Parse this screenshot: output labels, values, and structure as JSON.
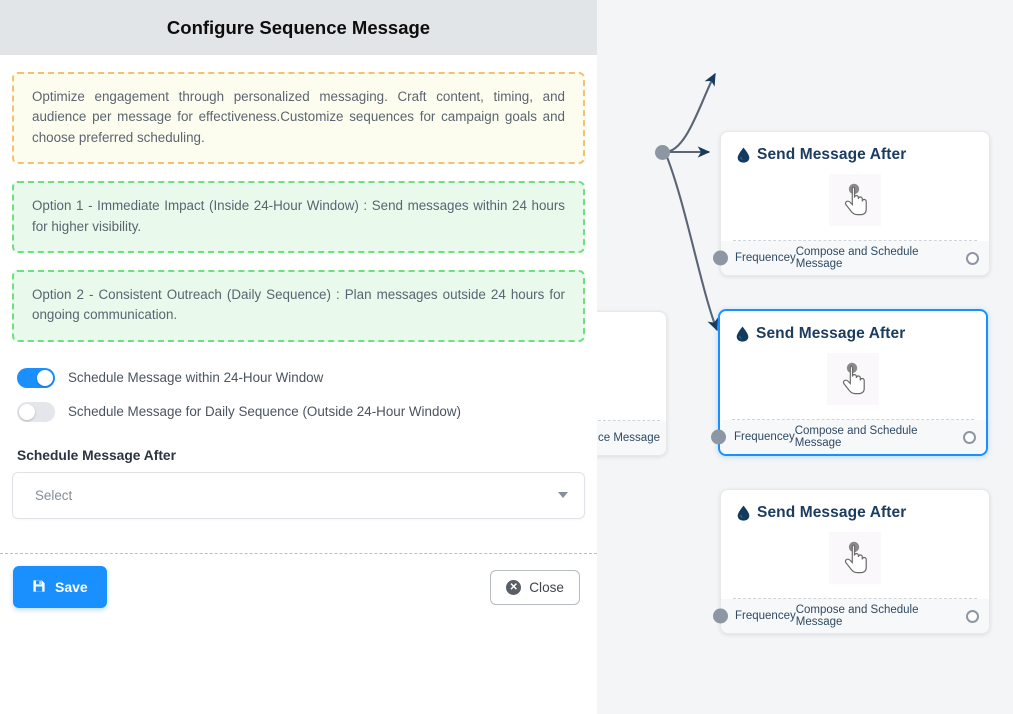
{
  "dialog": {
    "title": "Configure Sequence Message",
    "info_note": "Optimize engagement through personalized messaging. Craft content, timing, and audience per message for effectiveness.Customize sequences for campaign goals and choose preferred scheduling.",
    "option_one": "Option 1 - Immediate Impact (Inside 24-Hour Window) : Send messages within 24 hours for higher visibility.",
    "option_two": "Option 2 - Consistent Outreach (Daily Sequence) : Plan messages outside 24 hours for ongoing communication.",
    "toggles": [
      {
        "label": "Schedule Message within 24-Hour Window",
        "state": "on"
      },
      {
        "label": "Schedule Message for Daily Sequence (Outside 24-Hour Window)",
        "state": "off"
      }
    ],
    "schedule_field": {
      "label": "Schedule Message After",
      "value": "Select",
      "placeholder": "Select"
    },
    "buttons": {
      "save": "Save",
      "close": "Close"
    }
  },
  "canvas": {
    "partial_node": {
      "footer_text": "ce Message"
    },
    "nodes": [
      {
        "title": "Send Message After",
        "icon": "water-drop-icon",
        "body_icon": "pointing-hand-cursor-icon",
        "footer_left": "Frequencey",
        "footer_right": "Compose and Schedule Message",
        "selected": false
      },
      {
        "title": "Send Message After",
        "icon": "water-drop-icon",
        "body_icon": "pointing-hand-cursor-icon",
        "footer_left": "Frequencey",
        "footer_right": "Compose and Schedule Message",
        "selected": true
      },
      {
        "title": "Send Message After",
        "icon": "water-drop-icon",
        "body_icon": "pointing-hand-cursor-icon",
        "footer_left": "Frequencey",
        "footer_right": "Compose and Schedule Message",
        "selected": false
      }
    ]
  },
  "colors": {
    "accent": "#1a90ff",
    "header_bar": "#e2e5e8",
    "canvas_bg": "#f4f5f7",
    "warn_border": "#f5c16c",
    "warn_bg": "#fdfdef",
    "ok_border": "#6ee07f",
    "ok_bg": "#e9f9ec",
    "node_title": "#1b3b5f",
    "edge": "#596575"
  }
}
